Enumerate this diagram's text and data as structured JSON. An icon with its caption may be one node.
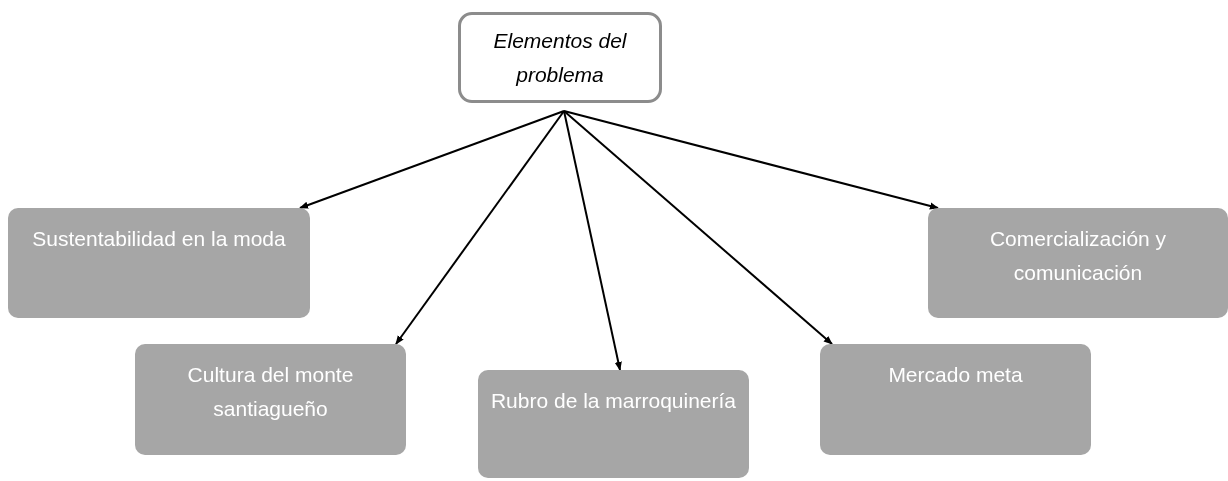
{
  "diagram": {
    "nodes": [
      {
        "text": [
          "Elementos del problema"
        ]
      },
      {
        "text": [
          "Sustentabilidad en la moda"
        ]
      },
      {
        "text": [
          "Cultura del monte santiagueño"
        ]
      },
      {
        "text": [
          "Rubro de la marroquinería"
        ]
      },
      {
        "text": [
          "Mercado meta"
        ]
      },
      {
        "text": [
          "Comercialización y comunicación"
        ]
      }
    ],
    "edges": [
      {
        "from": 0,
        "to": 1,
        "arrow": "to"
      },
      {
        "from": 0,
        "to": 2,
        "arrow": "to"
      },
      {
        "from": 0,
        "to": 3,
        "arrow": "to"
      },
      {
        "from": 0,
        "to": 4,
        "arrow": "to"
      },
      {
        "from": 0,
        "to": 5,
        "arrow": "to"
      }
    ]
  }
}
